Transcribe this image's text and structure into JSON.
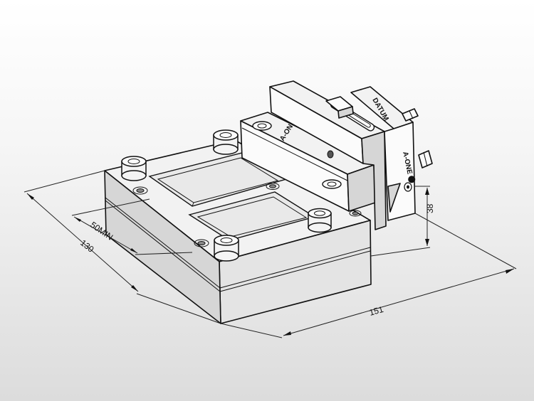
{
  "dimensions": {
    "width_label": "151",
    "depth_label": "130",
    "height_label": "38",
    "part_label": "50MIN"
  },
  "markings": {
    "datum": "DATUM",
    "logo_front": "A-ONE",
    "logo_side": "A-ONE"
  }
}
